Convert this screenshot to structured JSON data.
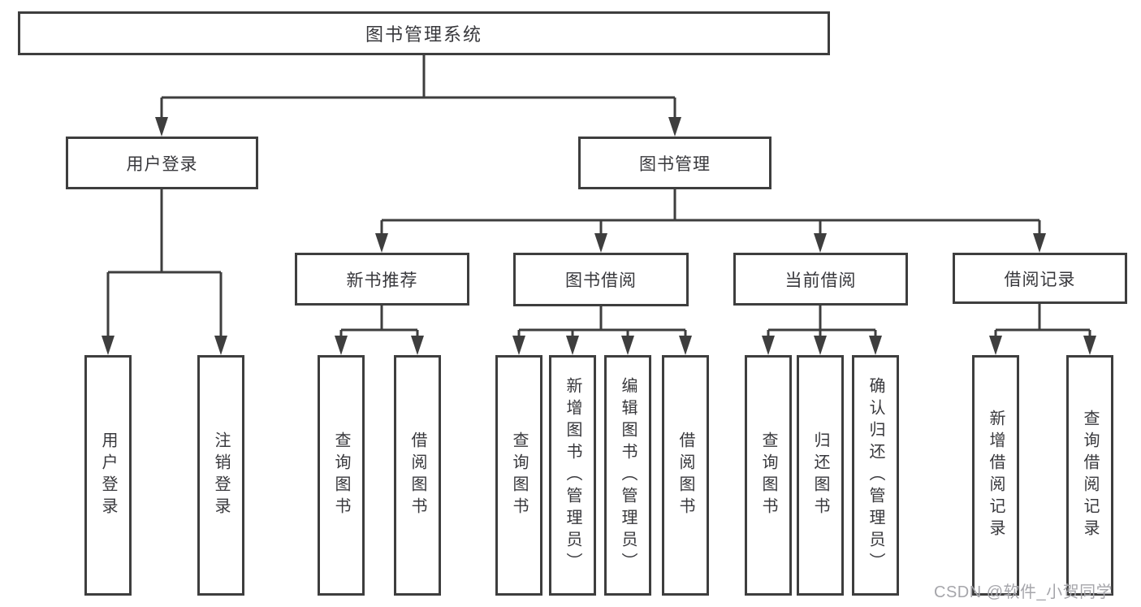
{
  "diagram": {
    "root": {
      "label": "图书管理系统"
    },
    "branches": [
      {
        "label": "用户登录",
        "children": [
          {
            "label": "用户登录"
          },
          {
            "label": "注销登录"
          }
        ]
      },
      {
        "label": "图书管理",
        "children": [
          {
            "label": "新书推荐",
            "children": [
              {
                "label": "查询图书"
              },
              {
                "label": "借阅图书"
              }
            ]
          },
          {
            "label": "图书借阅",
            "children": [
              {
                "label": "查询图书"
              },
              {
                "label": "新增图书（管理员）"
              },
              {
                "label": "编辑图书（管理员）"
              },
              {
                "label": "借阅图书"
              }
            ]
          },
          {
            "label": "当前借阅",
            "children": [
              {
                "label": "查询图书"
              },
              {
                "label": "归还图书"
              },
              {
                "label": "确认归还（管理员）"
              }
            ]
          },
          {
            "label": "借阅记录",
            "children": [
              {
                "label": "新增借阅记录"
              },
              {
                "label": "查询借阅记录"
              }
            ]
          }
        ]
      }
    ],
    "watermark": "CSDN @软件_小贺同学",
    "colors": {
      "line": "#3e3e3e",
      "text": "#38383c",
      "watermark": "#a6a6ab",
      "background": "#ffffff"
    }
  }
}
